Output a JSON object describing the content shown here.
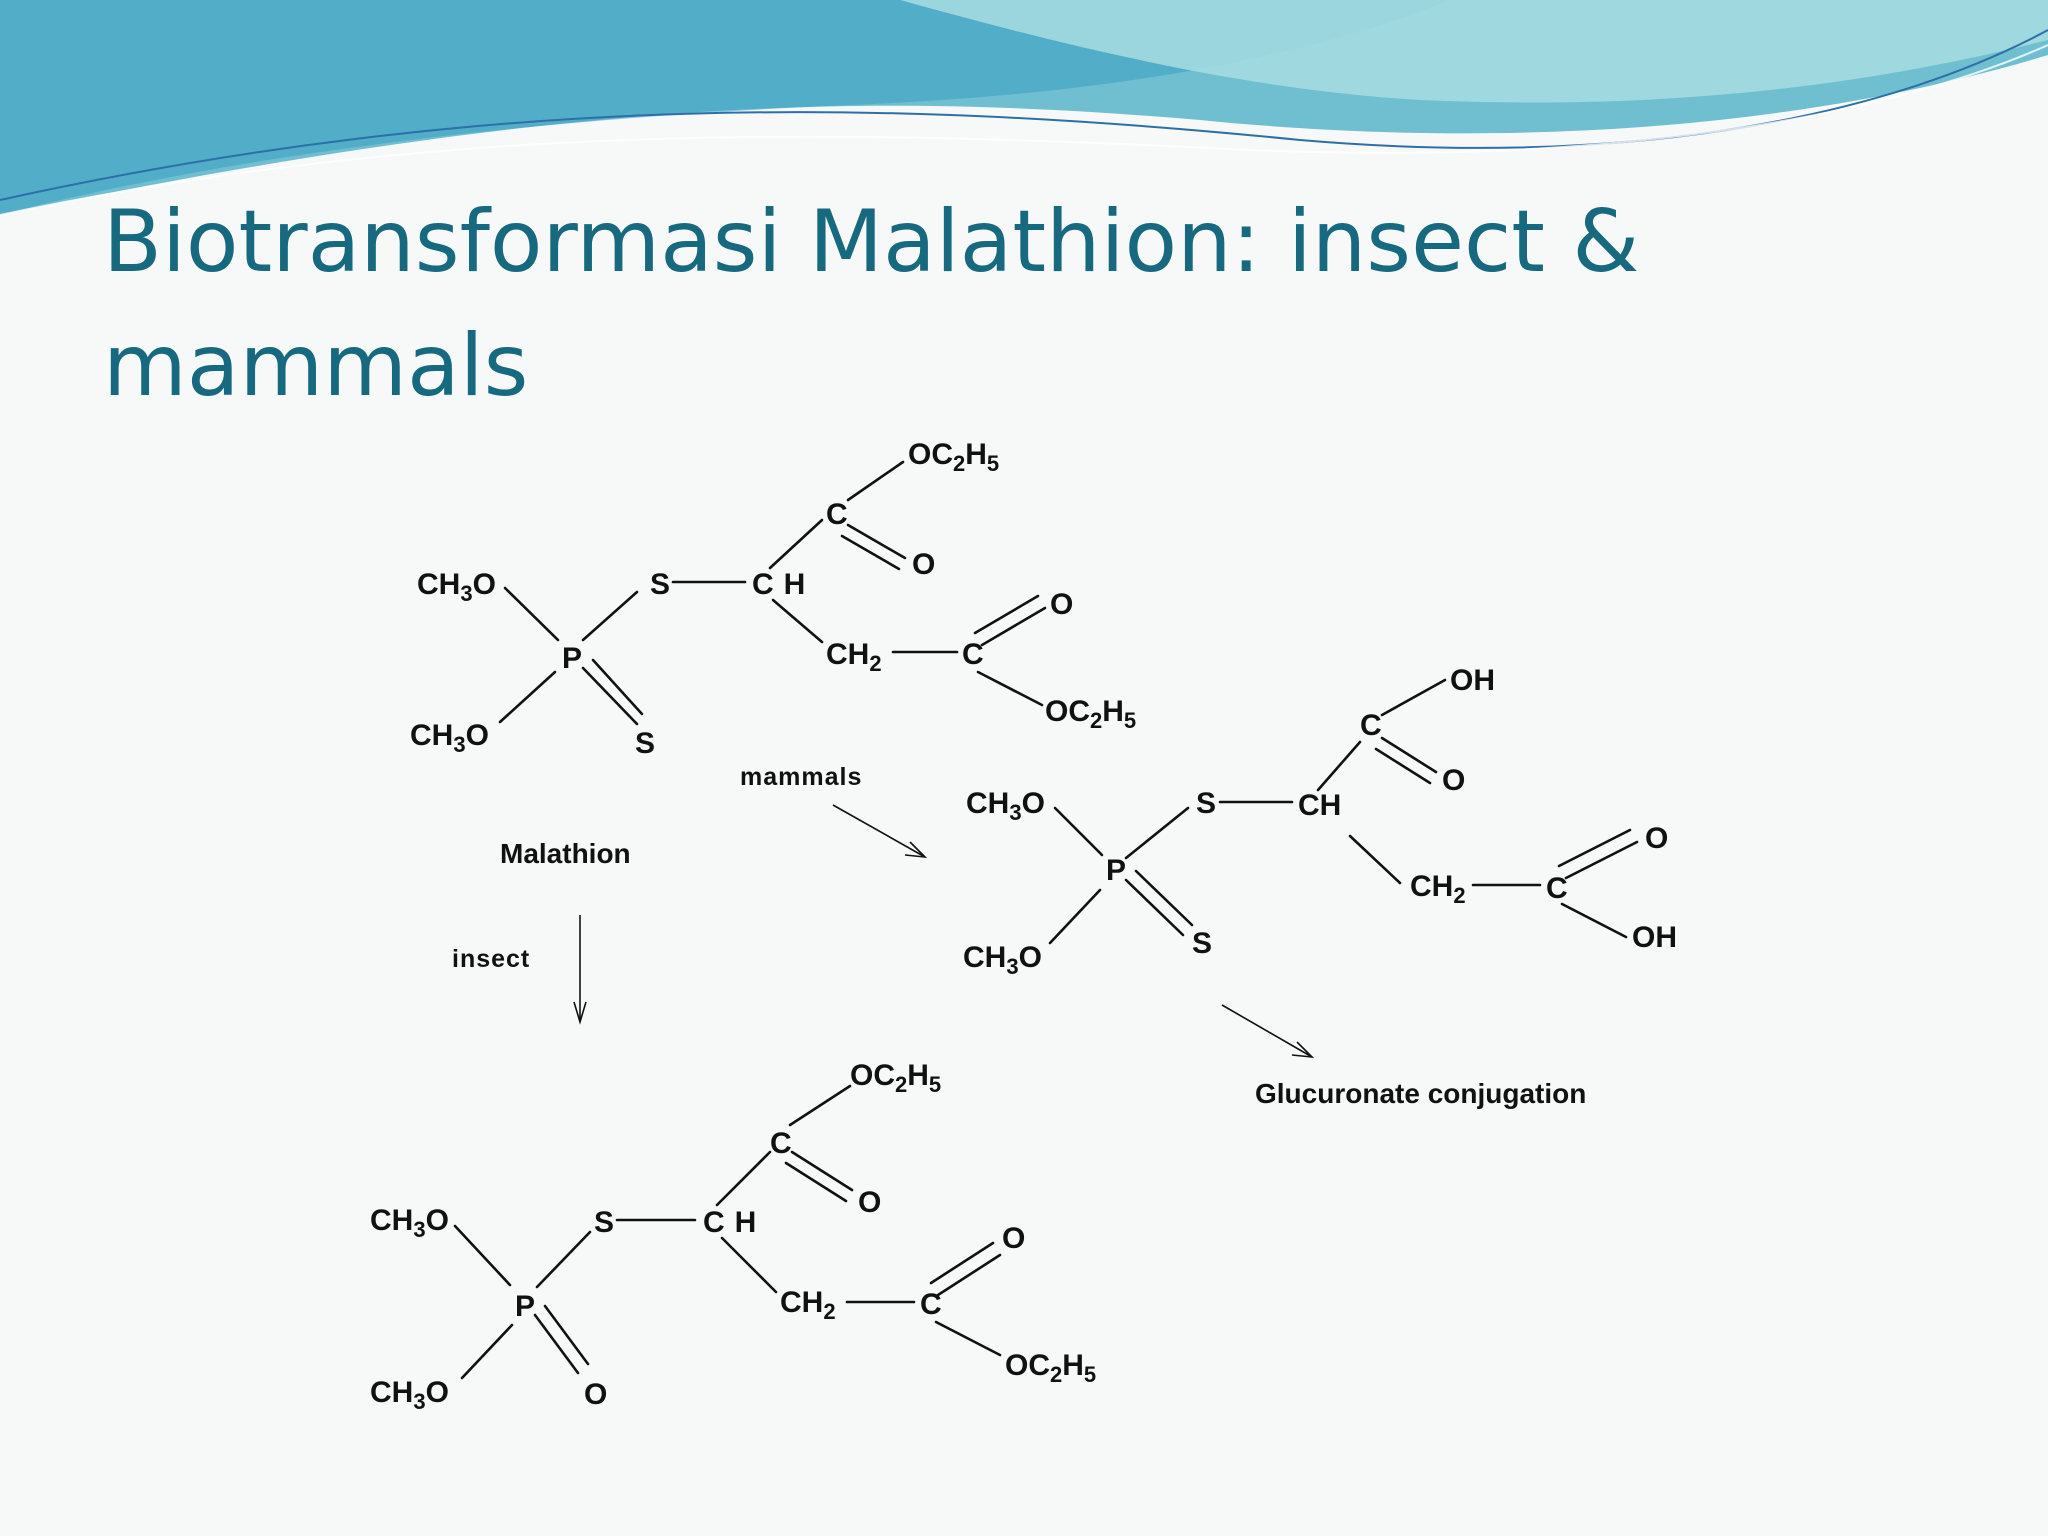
{
  "slide": {
    "title": "Biotransformasi Malathion: insect & mammals"
  },
  "colors": {
    "title": "#17697f",
    "wave_light": "#a8dde2",
    "wave_mid": "#6fbfd0",
    "wave_dark": "#2d8fb4",
    "background": "#f7f9f9"
  },
  "diagram": {
    "labels": {
      "malathion": "Malathion",
      "mammals": "mammals",
      "insect": "insect",
      "glucuronate": "Glucuronate conjugation"
    },
    "atoms": {
      "CH": "C",
      "CH_H": "H",
      "CH_full": "CH",
      "CH2": "CH",
      "two": "2",
      "three": "3",
      "five": "5",
      "OC": "OC",
      "H": "H",
      "CH3O_left": "CH",
      "O": "O",
      "OH": "OH",
      "P": "P",
      "S": "S",
      "C": "C"
    }
  }
}
